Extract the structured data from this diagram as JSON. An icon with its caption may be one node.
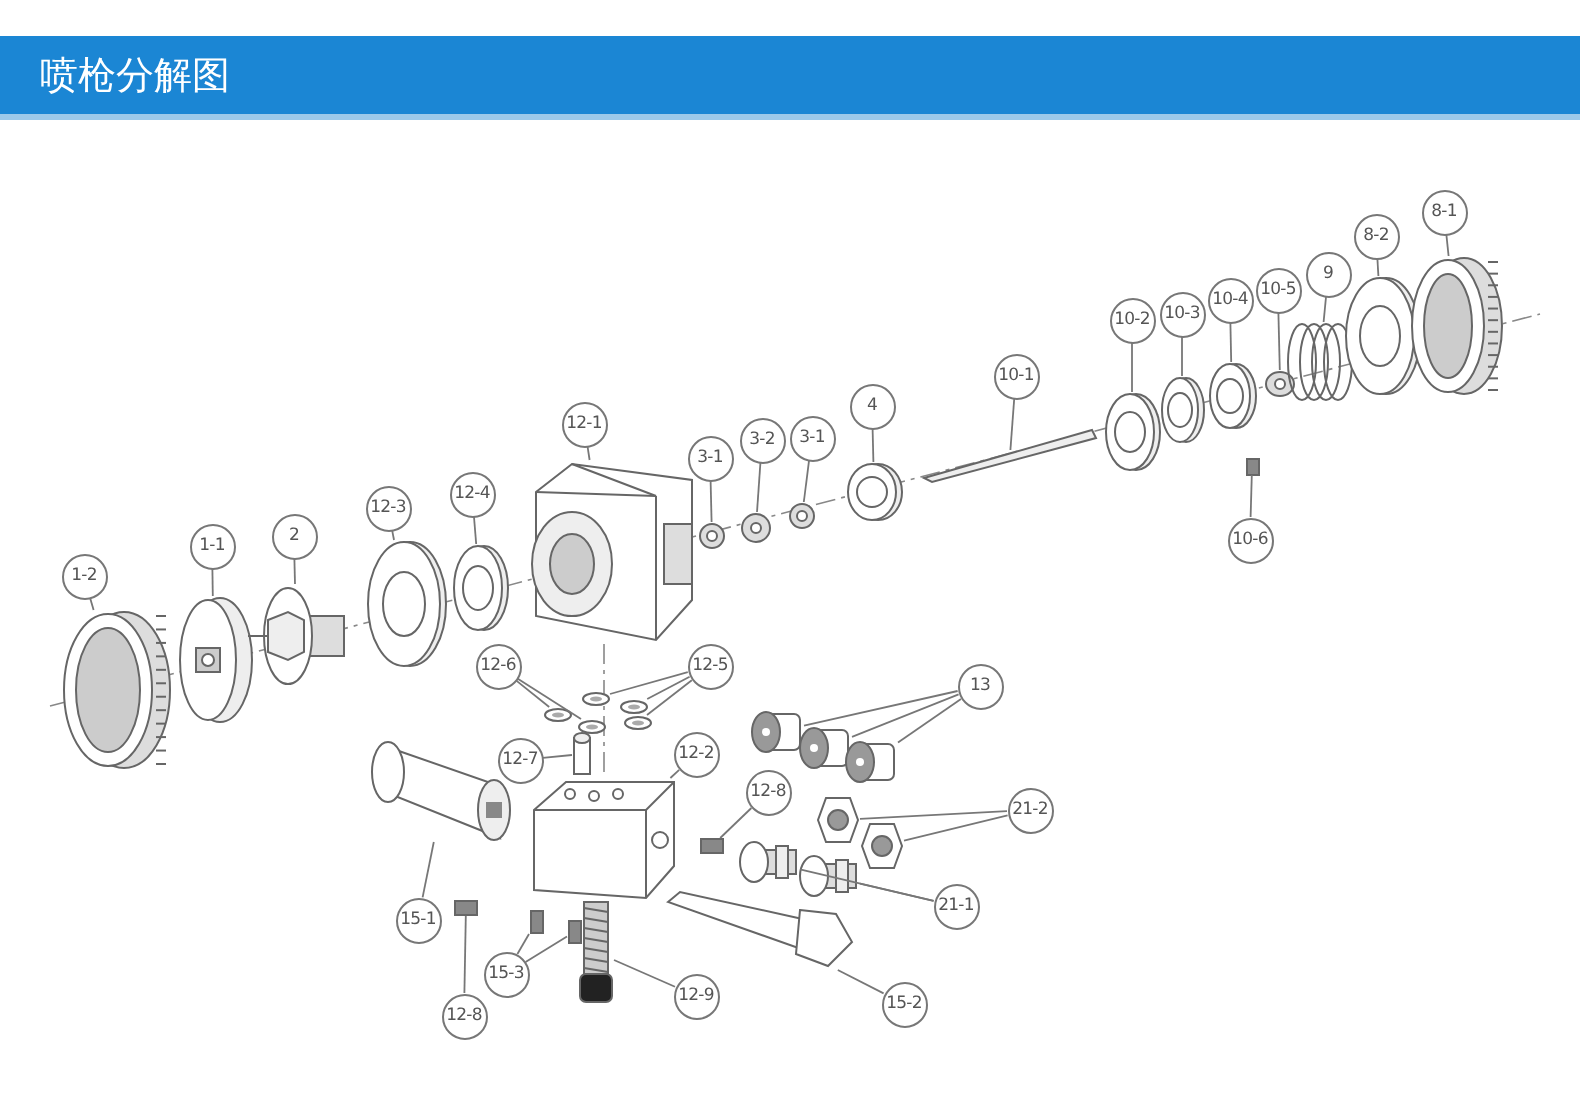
{
  "diagram": {
    "title": "喷枪分解图",
    "nodes": [
      {
        "text": [
          "1-2"
        ]
      },
      {
        "text": [
          "1-1"
        ]
      },
      {
        "text": [
          "2"
        ]
      },
      {
        "text": [
          "12-3"
        ]
      },
      {
        "text": [
          "12-4"
        ]
      },
      {
        "text": [
          "12-1"
        ]
      },
      {
        "text": [
          "3-1"
        ]
      },
      {
        "text": [
          "3-2"
        ]
      },
      {
        "text": [
          "3-1"
        ]
      },
      {
        "text": [
          "4"
        ]
      },
      {
        "text": [
          "10-1"
        ]
      },
      {
        "text": [
          "10-2"
        ]
      },
      {
        "text": [
          "10-3"
        ]
      },
      {
        "text": [
          "10-4"
        ]
      },
      {
        "text": [
          "10-5"
        ]
      },
      {
        "text": [
          "9"
        ]
      },
      {
        "text": [
          "8-2"
        ]
      },
      {
        "text": [
          "8-1"
        ]
      },
      {
        "text": [
          "10-6"
        ]
      },
      {
        "text": [
          "12-6"
        ]
      },
      {
        "text": [
          "12-5"
        ]
      },
      {
        "text": [
          "13"
        ]
      },
      {
        "text": [
          "12-7"
        ]
      },
      {
        "text": [
          "12-2"
        ]
      },
      {
        "text": [
          "12-8"
        ]
      },
      {
        "text": [
          "21-2"
        ]
      },
      {
        "text": [
          "15-1"
        ]
      },
      {
        "text": [
          "21-1"
        ]
      },
      {
        "text": [
          "15-3"
        ]
      },
      {
        "text": [
          "12-8"
        ]
      },
      {
        "text": [
          "12-9"
        ]
      },
      {
        "text": [
          "15-2"
        ]
      },
      {
        "text": [],
        "shape": "picture"
      },
      {
        "text": [],
        "shape": "picture"
      },
      {
        "text": [],
        "shape": "picture"
      },
      {
        "text": [],
        "shape": "picture"
      },
      {
        "text": [],
        "shape": "picture"
      },
      {
        "text": [],
        "shape": "picture"
      },
      {
        "text": [],
        "shape": "picture"
      },
      {
        "text": [],
        "shape": "picture"
      },
      {
        "text": [],
        "shape": "picture"
      },
      {
        "text": [],
        "shape": "picture"
      },
      {
        "text": [],
        "shape": "bar"
      },
      {
        "text": [],
        "shape": "picture"
      },
      {
        "text": [],
        "shape": "picture"
      },
      {
        "text": [],
        "shape": "picture"
      },
      {
        "text": [],
        "shape": "picture"
      },
      {
        "text": [],
        "shape": "picture"
      },
      {
        "text": [],
        "shape": "picture"
      },
      {
        "text": [],
        "shape": "picture"
      },
      {
        "text": [],
        "shape": "box"
      },
      {
        "text": [],
        "shape": "picture"
      },
      {
        "text": [],
        "shape": "picture"
      },
      {
        "text": [],
        "shape": "picture"
      },
      {
        "text": [],
        "shape": "picture"
      },
      {
        "text": [],
        "shape": "picture"
      },
      {
        "text": [],
        "shape": "cylinder"
      },
      {
        "text": [],
        "shape": "cylinder"
      },
      {
        "text": [],
        "shape": "cylinder"
      },
      {
        "text": [],
        "shape": "cylinder"
      },
      {
        "text": [],
        "shape": "picture"
      },
      {
        "text": [],
        "shape": "box"
      },
      {
        "text": [],
        "shape": "picture"
      },
      {
        "text": [],
        "shape": "picture"
      },
      {
        "text": [],
        "shape": "picture"
      },
      {
        "text": [],
        "shape": "cylinder"
      },
      {
        "text": [],
        "shape": "cylinder"
      },
      {
        "text": [],
        "shape": "box"
      },
      {
        "text": [],
        "shape": "box"
      },
      {
        "text": [],
        "shape": "box"
      },
      {
        "text": [],
        "shape": "picture"
      },
      {
        "text": [],
        "shape": "picture"
      }
    ],
    "edges": [
      {
        "from": 0,
        "to": 32,
        "arrow": "none"
      },
      {
        "from": 1,
        "to": 33,
        "arrow": "none"
      },
      {
        "from": 2,
        "to": 34,
        "arrow": "none"
      },
      {
        "from": 3,
        "to": 35,
        "arrow": "none"
      },
      {
        "from": 4,
        "to": 36,
        "arrow": "none"
      },
      {
        "from": 5,
        "to": 37,
        "arrow": "none"
      },
      {
        "from": 6,
        "to": 38,
        "arrow": "none"
      },
      {
        "from": 7,
        "to": 39,
        "arrow": "none"
      },
      {
        "from": 8,
        "to": 40,
        "arrow": "none"
      },
      {
        "from": 9,
        "to": 41,
        "arrow": "none"
      },
      {
        "from": 10,
        "to": 42,
        "arrow": "none"
      },
      {
        "from": 11,
        "to": 43,
        "arrow": "none"
      },
      {
        "from": 12,
        "to": 44,
        "arrow": "none"
      },
      {
        "from": 13,
        "to": 45,
        "arrow": "none"
      },
      {
        "from": 14,
        "to": 46,
        "arrow": "none"
      },
      {
        "from": 15,
        "to": 47,
        "arrow": "none"
      },
      {
        "from": 16,
        "to": 48,
        "arrow": "none"
      },
      {
        "from": 17,
        "to": 49,
        "arrow": "none"
      },
      {
        "from": 18,
        "to": 50,
        "arrow": "none"
      },
      {
        "from": 19,
        "to": 51,
        "arrow": "none"
      },
      {
        "from": 19,
        "to": 52,
        "arrow": "none"
      },
      {
        "from": 20,
        "to": 53,
        "arrow": "none"
      },
      {
        "from": 20,
        "to": 54,
        "arrow": "none"
      },
      {
        "from": 20,
        "to": 55,
        "arrow": "none"
      },
      {
        "from": 21,
        "to": 56,
        "arrow": "none"
      },
      {
        "from": 21,
        "to": 57,
        "arrow": "none"
      },
      {
        "from": 21,
        "to": 58,
        "arrow": "none"
      },
      {
        "from": 22,
        "to": 59,
        "arrow": "none"
      },
      {
        "from": 23,
        "to": 60,
        "arrow": "none"
      },
      {
        "from": 24,
        "to": 61,
        "arrow": "none"
      },
      {
        "from": 25,
        "to": 62,
        "arrow": "none"
      },
      {
        "from": 25,
        "to": 63,
        "arrow": "none"
      },
      {
        "from": 26,
        "to": 64,
        "arrow": "none"
      },
      {
        "from": 27,
        "to": 65,
        "arrow": "none"
      },
      {
        "from": 27,
        "to": 66,
        "arrow": "none"
      },
      {
        "from": 28,
        "to": 67,
        "arrow": "none"
      },
      {
        "from": 28,
        "to": 68,
        "arrow": "none"
      },
      {
        "from": 29,
        "to": 69,
        "arrow": "none"
      },
      {
        "from": 30,
        "to": 70,
        "arrow": "none"
      },
      {
        "from": 31,
        "to": 71,
        "arrow": "none"
      }
    ]
  }
}
